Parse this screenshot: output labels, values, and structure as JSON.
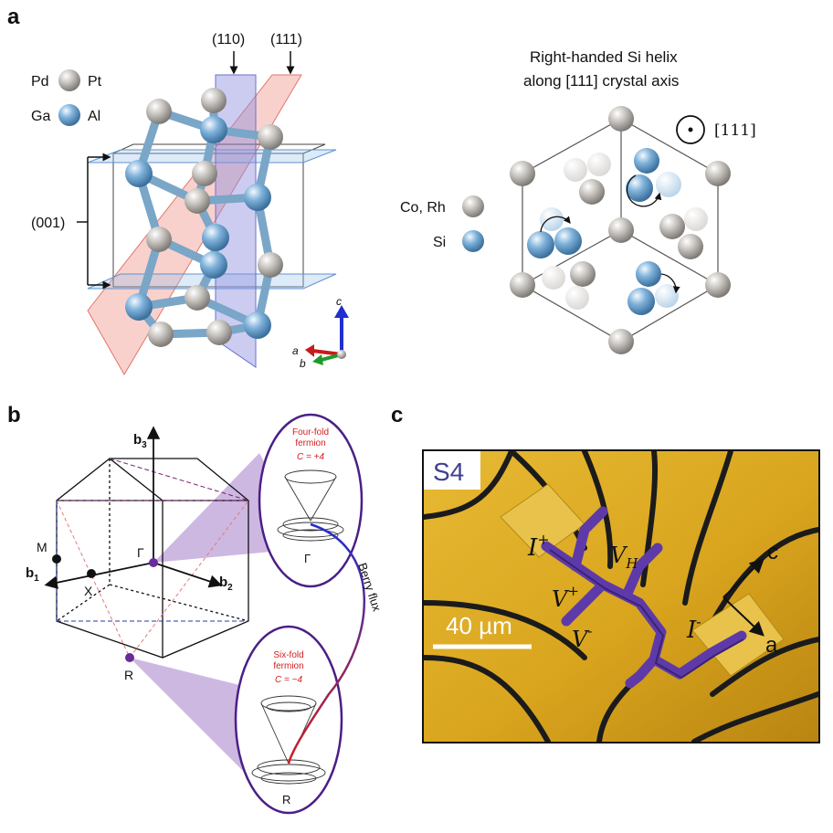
{
  "panel_labels": {
    "a": "a",
    "b": "b",
    "c": "c"
  },
  "panel_a": {
    "legend_left": {
      "pd": "Pd",
      "pt": "Pt",
      "ga": "Ga",
      "al": "Al"
    },
    "planes": {
      "p110": "(110)",
      "p111": "(111)",
      "p001": "(001)"
    },
    "axes": {
      "a": "a",
      "b": "b",
      "c": "c"
    },
    "helix_title_1": "Right-handed Si helix",
    "helix_title_2": "along [111] crystal axis",
    "axis_111": "[111]",
    "legend_right": {
      "co_rh": "Co, Rh",
      "si": "Si"
    }
  },
  "panel_b": {
    "b3": "b",
    "b3_sub": "3",
    "b1": "b",
    "b1_sub": "1",
    "b2": "b",
    "b2_sub": "2",
    "M": "M",
    "X": "X",
    "Gamma": "Γ",
    "R": "R",
    "four_fold_1": "Four-fold",
    "four_fold_2": "fermion",
    "four_fold_c": "C = +4",
    "six_fold_1": "Six-fold",
    "six_fold_2": "fermion",
    "six_fold_c": "C = −4",
    "gamma_small": "Γ",
    "r_small": "R",
    "berry": "Berry flux"
  },
  "panel_c": {
    "sample": "S4",
    "i_plus": "I",
    "i_plus_sup": "+",
    "v_h": "V",
    "v_h_sub": "H",
    "v_plus": "V",
    "v_plus_sup": "+",
    "v_minus": "V",
    "v_minus_sup": "-",
    "i_minus": "I",
    "i_minus_sup": "-",
    "scale": "40 µm",
    "axis_c": "c",
    "axis_a": "a"
  },
  "colors": {
    "pd_atom": "#a8a39e",
    "ga_atom": "#5f97c4",
    "plane_110": "#8e8fe0",
    "plane_111": "#f19a8e",
    "gold": "#d8a51d",
    "device": "#6b47b0",
    "purple": "#5a2a8c",
    "red_label": "#d11f1f"
  }
}
